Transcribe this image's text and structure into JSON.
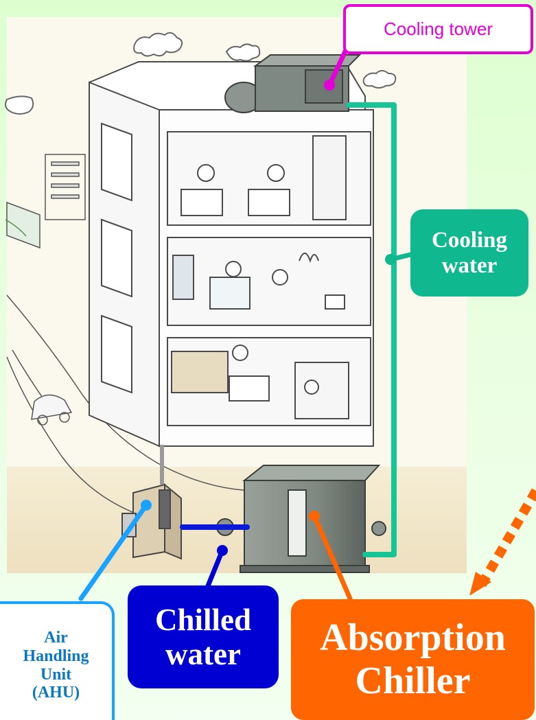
{
  "labels": {
    "cooling_tower": "Cooling tower",
    "cooling_water": [
      "Cooling",
      "water"
    ],
    "chilled_water": [
      "Chilled",
      "water"
    ],
    "absorption_chiller": [
      "Absorption",
      "Chiller"
    ],
    "air_handling_unit": [
      "Air",
      "Handling",
      "Unit",
      "(AHU)"
    ]
  },
  "colors": {
    "background": "#ddffd0",
    "cooling_tower": "#e500d7",
    "cooling_water": "#10b890",
    "chilled_water": "#0000d2",
    "absorption_chiller": "#ff6500",
    "air_handling_unit": "#19a2ff"
  }
}
